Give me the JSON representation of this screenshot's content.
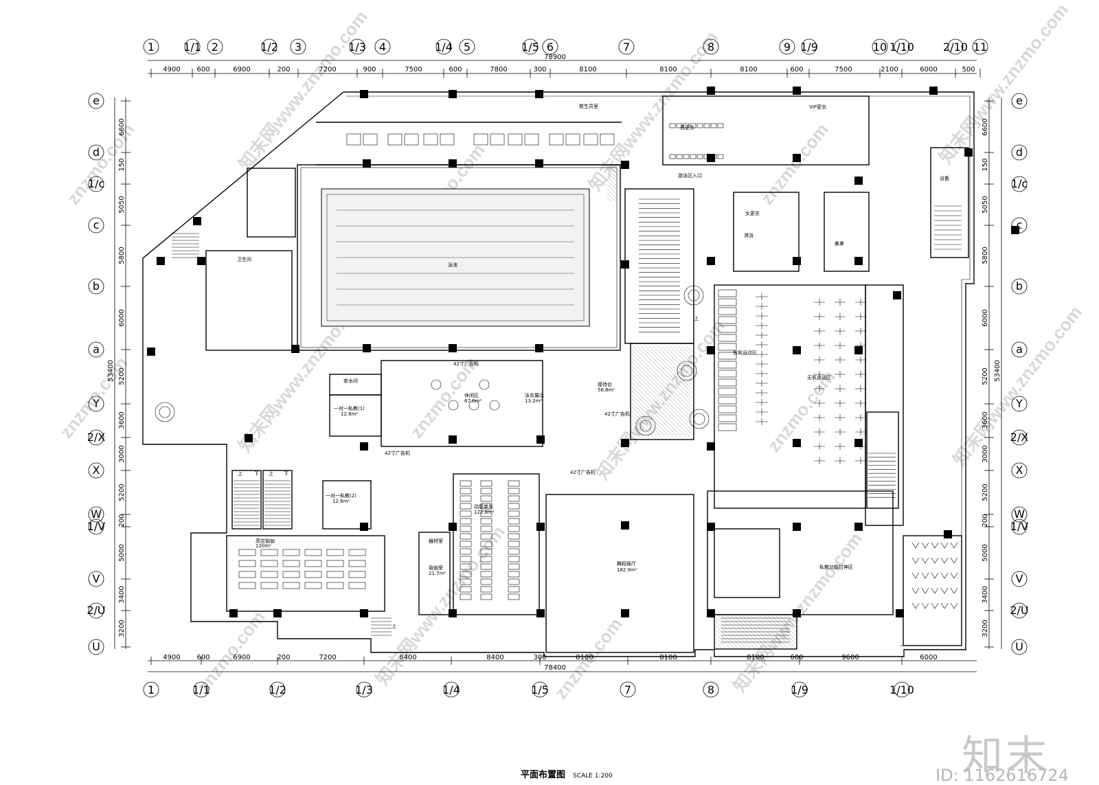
{
  "drawing": {
    "title": "平面布置图",
    "scale": "SCALE 1:200",
    "brand_watermark": "知末",
    "image_id": "ID: 1162616724"
  },
  "top_axis_labels": [
    "1",
    "1/1",
    "2",
    "1/2",
    "3",
    "1/3",
    "4",
    "1/4",
    "5",
    "1/5",
    "6",
    "7",
    "8",
    "9",
    "1/9",
    "10",
    "1/10",
    "2/10",
    "11"
  ],
  "bottom_axis_labels": [
    "1",
    "1/1",
    "1/2",
    "1/3",
    "1/4",
    "1/5",
    "7",
    "8",
    "1/9",
    "1/10"
  ],
  "side_axis_labels": [
    "e",
    "d",
    "1/c",
    "c",
    "b",
    "a",
    "Y",
    "2/X",
    "X",
    "W",
    "1/V",
    "V",
    "2/U",
    "U"
  ],
  "top_dimensions": {
    "total": "78900",
    "segments": [
      "4900",
      "600",
      "6900",
      "200",
      "7200",
      "900",
      "7500",
      "600",
      "7800",
      "300",
      "8100",
      "8100",
      "8100",
      "600",
      "7500",
      "2100",
      "6000",
      "500"
    ]
  },
  "bottom_dimensions": {
    "total": "78400",
    "segments": [
      "4900",
      "600",
      "6900",
      "200",
      "7200",
      "8400",
      "8400",
      "300",
      "8100",
      "8100",
      "8100",
      "600",
      "9600",
      "6000"
    ]
  },
  "left_dimensions": {
    "total": "53400",
    "segments": [
      "6600",
      "150",
      "5050",
      "5800",
      "6000",
      "5200",
      "3600",
      "3000",
      "5200",
      "200",
      "5000",
      "3400",
      "3200"
    ]
  },
  "right_dimensions": {
    "total": "53400",
    "segments": [
      "6600",
      "150",
      "5050",
      "5800",
      "6000",
      "5200",
      "3600",
      "3000",
      "5200",
      "200",
      "5000",
      "3400",
      "3200"
    ]
  },
  "rooms": {
    "pool": "泳池",
    "aerobic": "有氧运动区",
    "anaerobic": "无氧运动区",
    "dance": "舞蹈操厅",
    "dance_area": "182.9m²",
    "spinning": "动感单车",
    "spinning_area": "122.8m²",
    "yoga": "高空瑜伽",
    "yoga_area": "120m²",
    "private_func": "私教功能拉伸区",
    "rest": "休闲区",
    "rest_area": "67.6m²",
    "swimwear": "泳衣展示",
    "swimwear_area": "13.2m²",
    "reception": "接待台",
    "reception_area": "56.8m²",
    "pt1": "一对一私教(1)",
    "pt1_area": "12.6m²",
    "pt2": "一对一私教(2)",
    "pt2_area": "12.6m²",
    "tea": "茶水间",
    "pool_entrance": "游泳区入口",
    "men": "男更衣",
    "women": "女更衣",
    "toilet": "卫生间",
    "lifeguard": "救生员室",
    "vip": "VIP更衣",
    "yoga_room": "瑜伽室",
    "yoga_room_area": "21.7m²",
    "storage": "器材室",
    "equip": "设备",
    "shower": "淋浴",
    "sauna": "桑拿",
    "ad": "42寸广告机",
    "stairs_up": "上",
    "stairs_down": "下"
  },
  "watermark_text": "znzmo.com",
  "watermark_text_cn": "知末网www.znzmo.com"
}
